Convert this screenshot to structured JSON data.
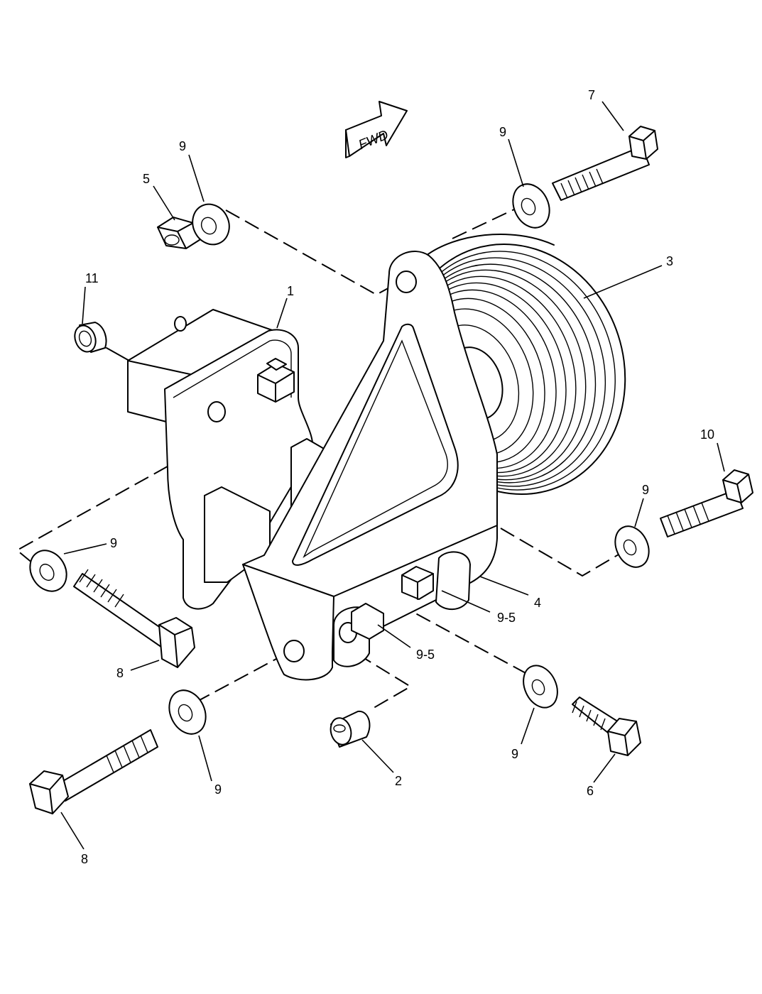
{
  "direction_label": "FWD",
  "callouts": {
    "c1": "1",
    "c2": "2",
    "c3": "3",
    "c4": "4",
    "c5": "5",
    "c6": "6",
    "c7": "7",
    "c8a": "8",
    "c8b": "8",
    "c9a": "9",
    "c9b": "9",
    "c9c": "9",
    "c9d": "9",
    "c9e": "9",
    "c9f": "9",
    "c95a": "9-5",
    "c95b": "9-5",
    "c10": "10",
    "c11": "11"
  }
}
